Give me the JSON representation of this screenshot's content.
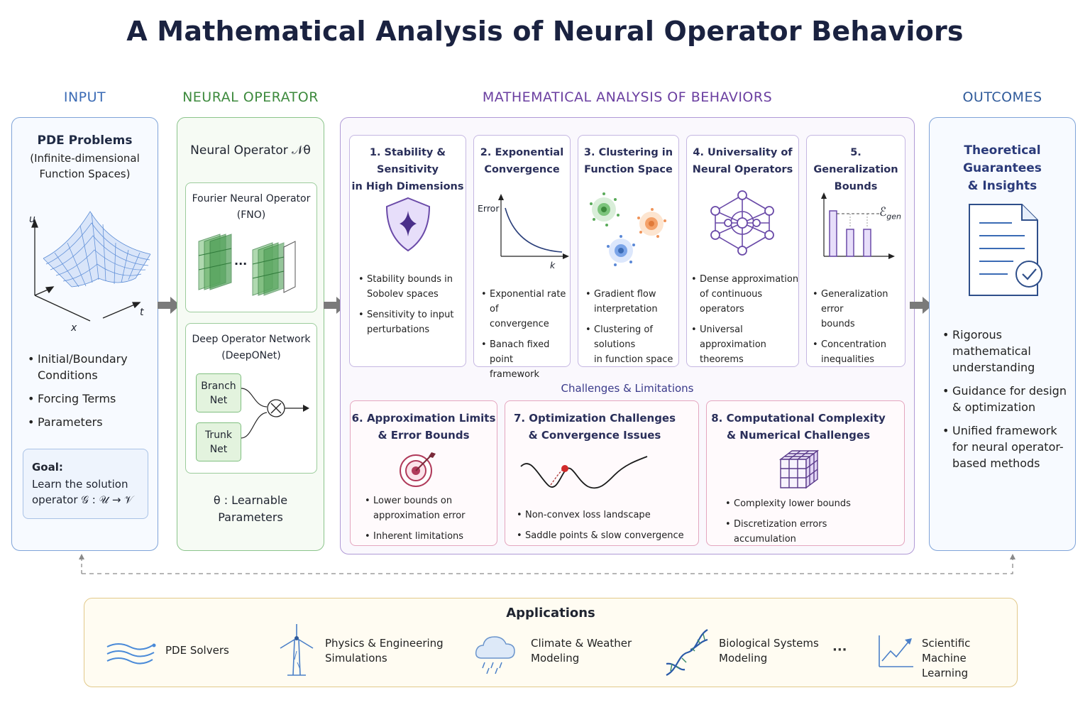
{
  "title": "A Mathematical Analysis of Neural Operator Behaviors",
  "columns": {
    "input": "INPUT",
    "neural_operator": "NEURAL OPERATOR",
    "analysis": "MATHEMATICAL ANALYSIS OF BEHAVIORS",
    "outcomes": "OUTCOMES"
  },
  "colors": {
    "input": "#3b6bb5",
    "neural": "#3d8a3d",
    "analysis": "#6a3ea0",
    "outcomes": "#2f5a9a",
    "challenges": "#b03a6a",
    "applications": "#c9a64a"
  },
  "input": {
    "heading": "PDE Problems",
    "sub1": "(Infinite-dimensional",
    "sub2": "Function Spaces)",
    "axis_u": "u",
    "axis_x": "x",
    "axis_t": "t",
    "bullets": [
      [
        "Initial/Boundary",
        "Conditions"
      ],
      [
        "Forcing Terms"
      ],
      [
        "Parameters"
      ]
    ],
    "goal_label": "Goal:",
    "goal_line1": "Learn the solution",
    "goal_line2": "operator 𝒢 : 𝒰 → 𝒱"
  },
  "neural": {
    "heading": "Neural Operator 𝒩θ",
    "fno_line1": "Fourier Neural Operator",
    "fno_line2": "(FNO)",
    "fno_ellipsis": "···",
    "deeponet_line1": "Deep Operator Network",
    "deeponet_line2": "(DeepONet)",
    "branch_line1": "Branch",
    "branch_line2": "Net",
    "trunk_line1": "Trunk",
    "trunk_line2": "Net",
    "params_line1": "θ : Learnable",
    "params_line2": "Parameters"
  },
  "analysis": {
    "cards": [
      {
        "title": [
          "1. Stability & Sensitivity",
          "in High Dimensions"
        ],
        "icon": "shield-icon",
        "bullets": [
          [
            "Stability bounds in",
            "Sobolev spaces"
          ],
          [
            "Sensitivity to input",
            "perturbations"
          ]
        ]
      },
      {
        "title": [
          "2. Exponential",
          "Convergence"
        ],
        "icon": "convergence-curve-icon",
        "bullets": [
          [
            "Exponential rate of",
            "convergence"
          ],
          [
            "Banach fixed point",
            "framework"
          ]
        ]
      },
      {
        "title": [
          "3. Clustering in",
          "Function Space"
        ],
        "icon": "clusters-icon",
        "bullets": [
          [
            "Gradient flow",
            "interpretation"
          ],
          [
            "Clustering of solutions",
            "in function space"
          ]
        ]
      },
      {
        "title": [
          "4. Universality of",
          "Neural Operators"
        ],
        "icon": "network-graph-icon",
        "bullets": [
          [
            "Dense approximation",
            "of continuous",
            "operators"
          ],
          [
            "Universal approximation",
            "theorems"
          ]
        ]
      },
      {
        "title": [
          "5. Generalization",
          "Bounds"
        ],
        "icon": "bar-chart-icon",
        "bullets": [
          [
            "Generalization error",
            "bounds"
          ],
          [
            "Concentration",
            "inequalities"
          ]
        ]
      }
    ],
    "error_label": "Error",
    "k_label": "k",
    "egen_label": "ℰ",
    "egen_sub": "gen",
    "challenges_heading": "Challenges & Limitations",
    "challenges": [
      {
        "title": [
          "6. Approximation Limits",
          "& Error Bounds"
        ],
        "icon": "target-icon",
        "bullets": [
          [
            "Lower bounds on",
            "approximation error"
          ],
          [
            "Inherent limitations"
          ]
        ]
      },
      {
        "title": [
          "7. Optimization Challenges",
          "& Convergence Issues"
        ],
        "icon": "loss-landscape-icon",
        "bullets": [
          [
            "Non-convex loss landscape"
          ],
          [
            "Saddle points & slow convergence"
          ]
        ]
      },
      {
        "title": [
          "8. Computational Complexity",
          "& Numerical Challenges"
        ],
        "icon": "cube-icon",
        "bullets": [
          [
            "Complexity lower bounds"
          ],
          [
            "Discretization errors",
            "accumulation"
          ]
        ]
      }
    ]
  },
  "outcomes": {
    "heading1": "Theoretical Guarantees",
    "heading2": "& Insights",
    "bullets": [
      [
        "Rigorous mathematical",
        "understanding"
      ],
      [
        "Guidance for design",
        "& optimization"
      ],
      [
        "Unified framework",
        "for neural operator-",
        "based methods"
      ]
    ]
  },
  "applications": {
    "heading": "Applications",
    "items": [
      {
        "icon": "waves-icon",
        "lines": [
          "PDE Solvers"
        ]
      },
      {
        "icon": "wind-turbine-icon",
        "lines": [
          "Physics & Engineering",
          "Simulations"
        ]
      },
      {
        "icon": "rain-cloud-icon",
        "lines": [
          "Climate & Weather",
          "Modeling"
        ]
      },
      {
        "icon": "dna-icon",
        "lines": [
          "Biological Systems",
          "Modeling"
        ]
      },
      {
        "icon": "trend-chart-icon",
        "lines": [
          "Scientific Machine",
          "Learning"
        ]
      }
    ],
    "ellipsis": "···"
  }
}
